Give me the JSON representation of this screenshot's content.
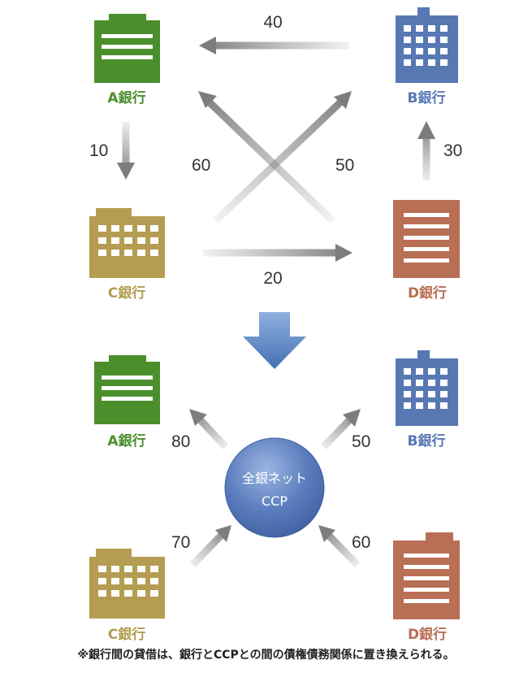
{
  "colors": {
    "bank_a": "#4b8f2d",
    "bank_b": "#5878b4",
    "bank_c": "#b49d52",
    "bank_d": "#b96f55",
    "arrow": "#8a8a8a",
    "ccp": "#5b7dbe"
  },
  "top": {
    "banks": {
      "a": "A銀行",
      "b": "B銀行",
      "c": "C銀行",
      "d": "D銀行"
    },
    "flows": {
      "b_to_a": "40",
      "a_to_c": "10",
      "d_to_b": "30",
      "c_to_d": "20",
      "d_to_a": "60",
      "c_to_b": "50"
    }
  },
  "bottom": {
    "banks": {
      "a": "A銀行",
      "b": "B銀行",
      "c": "C銀行",
      "d": "D銀行"
    },
    "ccp_line1": "全銀ネット",
    "ccp_line2": "CCP",
    "flows": {
      "to_a": "80",
      "to_b": "50",
      "from_c": "70",
      "from_d": "60"
    }
  },
  "footnote": "※銀行間の貸借は、銀行とCCPとの間の債権債務関係に置き換えられる。"
}
